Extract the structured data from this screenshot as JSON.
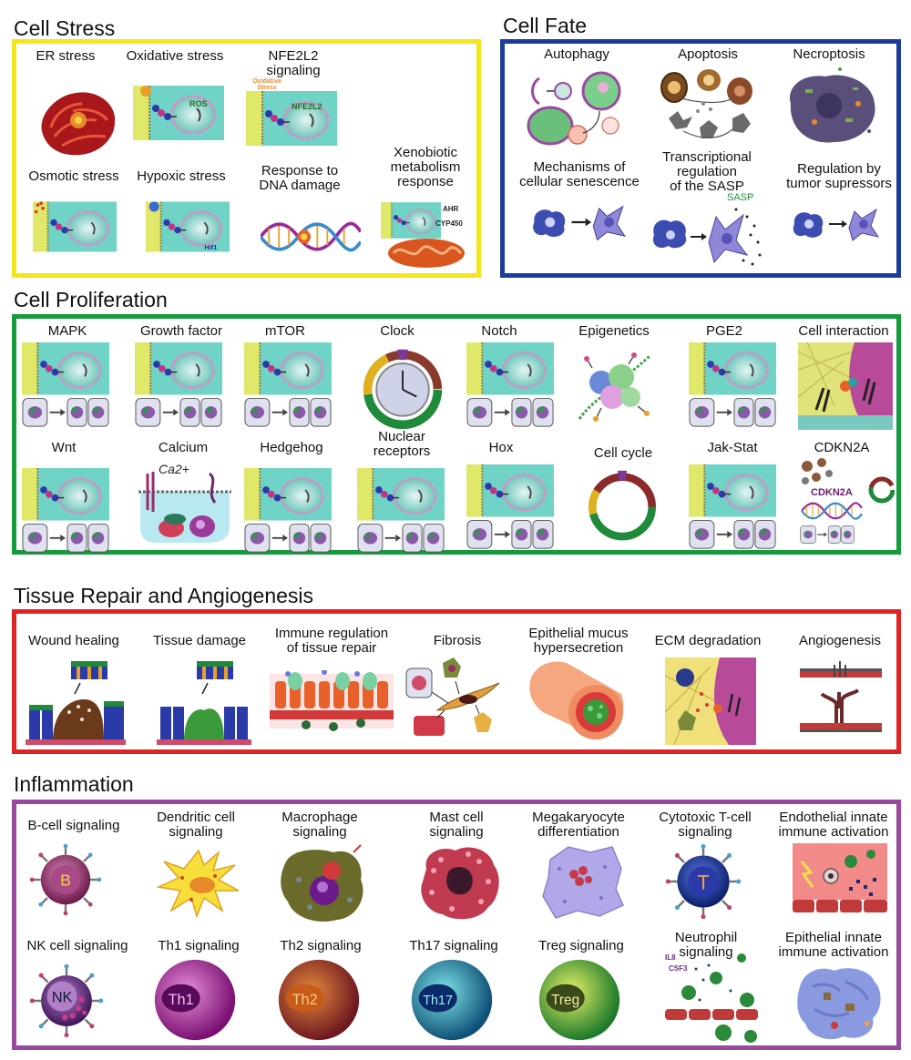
{
  "colors": {
    "cell_stress": "#f4e61b",
    "cell_fate": "#1c3c9c",
    "cell_proliferation": "#159a3c",
    "tissue_repair": "#e02424",
    "inflammation": "#9a4a9e",
    "membrane_yellow": "#dbe36a",
    "cytoplasm_teal": "#6fd4c6",
    "nucleus_pink": "#e79bd5"
  },
  "sections": {
    "cell_stress": {
      "title": "Cell Stress",
      "items": [
        {
          "label": "ER stress",
          "icon": "er-stress-icon"
        },
        {
          "label": "Oxidative stress",
          "icon": "oxidative-stress-icon",
          "inner": "ROS"
        },
        {
          "label": "NFE2L2\nsignaling",
          "icon": "nfe2l2-signaling-icon",
          "inner": "NFE2L2",
          "sub": "Oxidative\nStress"
        },
        {
          "label": "Osmotic stress",
          "icon": "osmotic-stress-icon"
        },
        {
          "label": "Hypoxic stress",
          "icon": "hypoxic-stress-icon",
          "inner": "Hif1"
        },
        {
          "label": "Response to\nDNA damage",
          "icon": "dna-damage-icon"
        },
        {
          "label": "Xenobiotic\nmetabolism\nresponse",
          "icon": "xenobiotic-icon",
          "inner": "AHR",
          "inner2": "CYP450"
        }
      ]
    },
    "cell_fate": {
      "title": "Cell Fate",
      "items": [
        {
          "label": "Autophagy",
          "icon": "autophagy-icon"
        },
        {
          "label": "Apoptosis",
          "icon": "apoptosis-icon"
        },
        {
          "label": "Necroptosis",
          "icon": "necroptosis-icon"
        },
        {
          "label": "Mechanisms of\ncellular senescence",
          "icon": "senescence-icon"
        },
        {
          "label": "Transcriptional\nregulation\nof the SASP",
          "icon": "sasp-icon",
          "inner": "SASP"
        },
        {
          "label": "Regulation by\ntumor supressors",
          "icon": "tumor-suppressors-icon"
        }
      ]
    },
    "cell_proliferation": {
      "title": "Cell Proliferation",
      "items": [
        {
          "label": "MAPK",
          "icon": "mapk-icon"
        },
        {
          "label": "Growth factor",
          "icon": "growth-factor-icon"
        },
        {
          "label": "mTOR",
          "icon": "mtor-icon"
        },
        {
          "label": "Clock",
          "icon": "clock-icon"
        },
        {
          "label": "Notch",
          "icon": "notch-icon"
        },
        {
          "label": "Epigenetics",
          "icon": "epigenetics-icon"
        },
        {
          "label": "PGE2",
          "icon": "pge2-icon"
        },
        {
          "label": "Cell interaction",
          "icon": "cell-interaction-icon"
        },
        {
          "label": "Wnt",
          "icon": "wnt-icon"
        },
        {
          "label": "Calcium",
          "icon": "calcium-icon",
          "inner": "Ca2+"
        },
        {
          "label": "Hedgehog",
          "icon": "hedgehog-icon"
        },
        {
          "label": "Nuclear\nreceptors",
          "icon": "nuclear-receptors-icon"
        },
        {
          "label": "Hox",
          "icon": "hox-icon"
        },
        {
          "label": "Cell cycle",
          "icon": "cell-cycle-icon"
        },
        {
          "label": "Jak-Stat",
          "icon": "jak-stat-icon"
        },
        {
          "label": "CDKN2A",
          "icon": "cdkn2a-icon",
          "inner": "CDKN2A"
        }
      ]
    },
    "tissue_repair": {
      "title": "Tissue Repair and Angiogenesis",
      "items": [
        {
          "label": "Wound healing",
          "icon": "wound-healing-icon"
        },
        {
          "label": "Tissue damage",
          "icon": "tissue-damage-icon"
        },
        {
          "label": "Immune regulation\nof tissue repair",
          "icon": "immune-regulation-icon"
        },
        {
          "label": "Fibrosis",
          "icon": "fibrosis-icon"
        },
        {
          "label": "Epithelial mucus\nhypersecretion",
          "icon": "mucus-hypersecretion-icon"
        },
        {
          "label": "ECM degradation",
          "icon": "ecm-degradation-icon"
        },
        {
          "label": "Angiogenesis",
          "icon": "angiogenesis-icon"
        }
      ]
    },
    "inflammation": {
      "title": "Inflammation",
      "items": [
        {
          "label": "B-cell signaling",
          "icon": "b-cell-icon",
          "inner": "B"
        },
        {
          "label": "Dendritic cell\nsignaling",
          "icon": "dendritic-cell-icon"
        },
        {
          "label": "Macrophage\nsignaling",
          "icon": "macrophage-icon"
        },
        {
          "label": "Mast cell\nsignaling",
          "icon": "mast-cell-icon"
        },
        {
          "label": "Megakaryocyte\ndifferentiation",
          "icon": "megakaryocyte-icon"
        },
        {
          "label": "Cytotoxic T-cell\nsignaling",
          "icon": "cytotoxic-t-cell-icon",
          "inner": "T"
        },
        {
          "label": "Endothelial innate\nimmune activation",
          "icon": "endothelial-innate-icon"
        },
        {
          "label": "NK cell signaling",
          "icon": "nk-cell-icon",
          "inner": "NK"
        },
        {
          "label": "Th1 signaling",
          "icon": "th1-icon",
          "inner": "Th1"
        },
        {
          "label": "Th2 signaling",
          "icon": "th2-icon",
          "inner": "Th2"
        },
        {
          "label": "Th17 signaling",
          "icon": "th17-icon",
          "inner": "Th17"
        },
        {
          "label": "Treg signaling",
          "icon": "treg-icon",
          "inner": "Treg"
        },
        {
          "label": "Neutrophil\nsignaling",
          "icon": "neutrophil-icon",
          "inner": "IL8",
          "inner2": "CSF3"
        },
        {
          "label": "Epithelial innate\nimmune activation",
          "icon": "epithelial-innate-icon"
        }
      ]
    }
  }
}
